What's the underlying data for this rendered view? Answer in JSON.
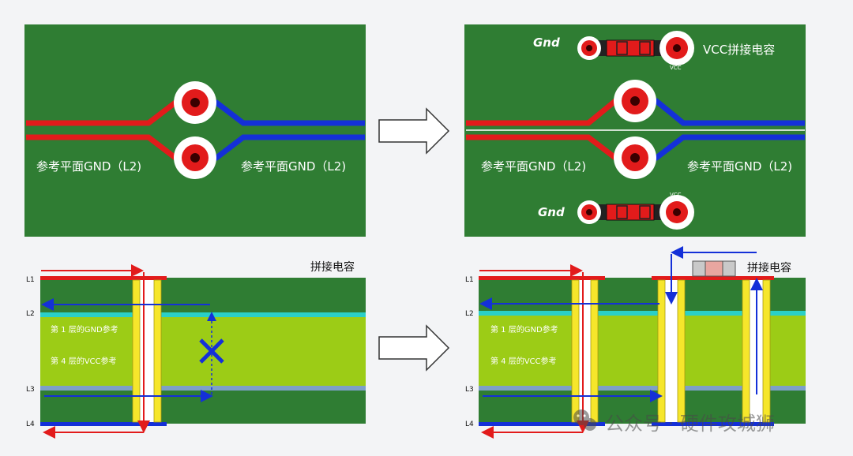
{
  "colors": {
    "board_green": "#2f7d33",
    "lime_dielectric": "#9ccc16",
    "signal_red": "#e21b1b",
    "signal_blue": "#1430d8",
    "gnd_cyan": "#2ad0c8",
    "via_yellow": "#f6e62b",
    "cap_pink": "#e8a6a0",
    "cap_gray": "#c9c9c9"
  },
  "top_left": {
    "ref_left": "参考平面GND（L2)",
    "ref_right": "参考平面GND（L2)"
  },
  "top_right": {
    "gnd_top": "Gnd",
    "vcc_cap_label": "VCC拼接电容",
    "vcc_small_top": "VCC",
    "ref_left": "参考平面GND（L2)",
    "ref_right": "参考平面GND（L2)",
    "gnd_bottom": "Gnd",
    "vcc_small_bottom": "VCC"
  },
  "bottom_left": {
    "title": "拼接电容",
    "layers": [
      "L1",
      "L2",
      "L3",
      "L4"
    ],
    "ref_gnd": "第 1 层的GND参考",
    "ref_vcc": "第 4 层的VCC参考"
  },
  "bottom_right": {
    "title": "拼接电容",
    "layers": [
      "L1",
      "L2",
      "L3",
      "L4"
    ],
    "ref_gnd": "第 1 层的GND参考",
    "ref_vcc": "第 4 层的VCC参考"
  },
  "watermark": {
    "text": "公众号 · 硬件攻城狮"
  }
}
